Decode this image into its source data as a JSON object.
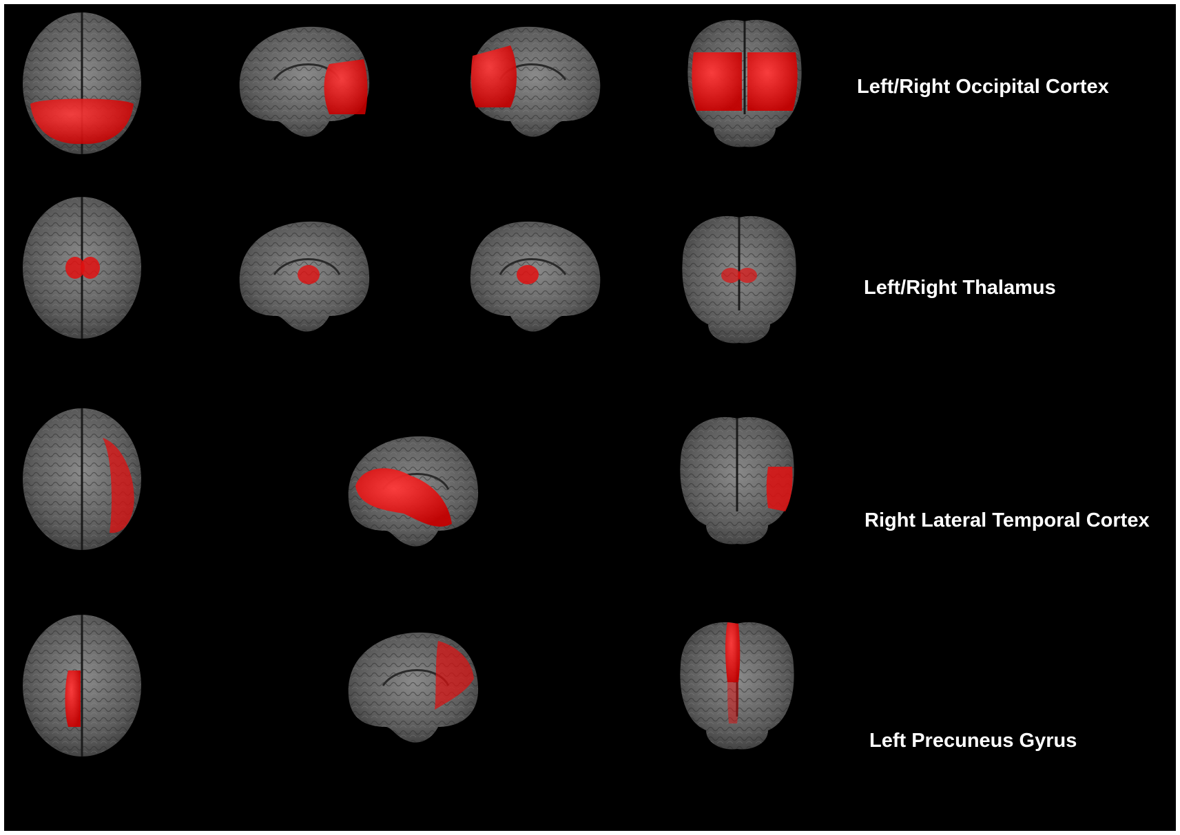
{
  "figure": {
    "background": "#000000",
    "brain_color": "#6e6e6e",
    "highlight_color": "#ff0a0a",
    "rows": [
      {
        "label": "Left/Right Occipital Cortex"
      },
      {
        "label": "Left/Right Thalamus"
      },
      {
        "label": "Right Lateral Temporal Cortex"
      },
      {
        "label": "Left Precuneus Gyrus"
      }
    ]
  }
}
